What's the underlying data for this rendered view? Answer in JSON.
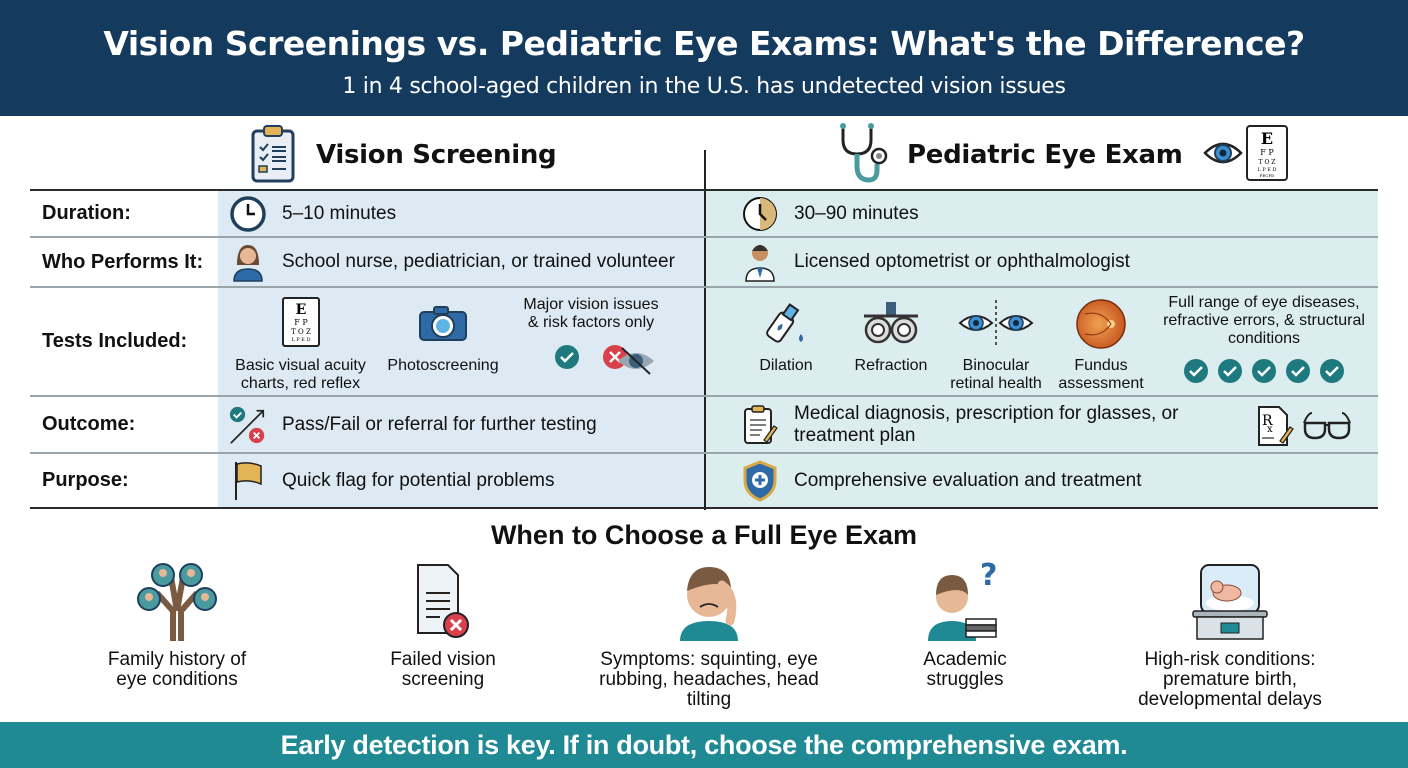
{
  "header": {
    "title": "Vision Screenings vs. Pediatric Eye Exams: What's the Difference?",
    "subtitle": "1 in 4 school-aged children in the U.S. has undetected vision issues"
  },
  "columns": {
    "screening": {
      "title": "Vision Screening",
      "icon": "clipboard-checklist-icon"
    },
    "exam": {
      "title": "Pediatric Eye Exam",
      "icon": "stethoscope-icon",
      "icon2": "eye-chart-icon"
    }
  },
  "rows": {
    "duration": {
      "label": "Duration:",
      "screening": "5–10 minutes",
      "exam": "30–90 minutes"
    },
    "who": {
      "label": "Who Performs It:",
      "screening": "School nurse, pediatrician, or trained volunteer",
      "exam": "Licensed optometrist or ophthalmologist"
    },
    "tests": {
      "label": "Tests Included:",
      "screening": {
        "items": [
          {
            "label": "Basic visual acuity charts, red reflex",
            "icon": "eye-chart-icon"
          },
          {
            "label": "Photoscreening",
            "icon": "camera-icon"
          }
        ],
        "note": "Major vision issues & risk factors only",
        "marks": [
          "check",
          "cross",
          "eye-slash"
        ]
      },
      "exam": {
        "items": [
          {
            "label": "Dilation",
            "icon": "eye-drops-icon"
          },
          {
            "label": "Refraction",
            "icon": "phoropter-icon"
          },
          {
            "label": "Binocular retinal health",
            "icon": "binocular-eyes-icon"
          },
          {
            "label": "Fundus assessment",
            "icon": "retina-icon"
          }
        ],
        "note": "Full range of eye diseases, refractive errors, & structural conditions",
        "checks": 5
      }
    },
    "outcome": {
      "label": "Outcome:",
      "screening": "Pass/Fail or referral for further testing",
      "exam": "Medical diagnosis, prescription for glasses, or treatment plan"
    },
    "purpose": {
      "label": "Purpose:",
      "screening": "Quick flag for potential problems",
      "exam": "Comprehensive evaluation and treatment"
    }
  },
  "when": {
    "title": "When to Choose a Full Eye Exam",
    "items": [
      {
        "label": "Family history of eye conditions",
        "icon": "family-tree-icon"
      },
      {
        "label": "Failed vision screening",
        "icon": "failed-document-icon"
      },
      {
        "label": "Symptoms: squinting, eye rubbing, headaches, head tilting",
        "icon": "child-rubbing-eye-icon"
      },
      {
        "label": "Academic struggles",
        "icon": "confused-student-icon"
      },
      {
        "label": "High-risk conditions: premature birth, developmental delays",
        "icon": "incubator-icon"
      }
    ]
  },
  "footer": {
    "text": "Early detection is key. If in doubt, choose the comprehensive exam."
  },
  "colors": {
    "header_bg": "#143a5e",
    "footer_bg": "#1f8a94",
    "screening_bg": "#deeaf3",
    "exam_bg": "#dcedef",
    "accent_teal": "#1f7a7f",
    "accent_red": "#d8414c"
  }
}
